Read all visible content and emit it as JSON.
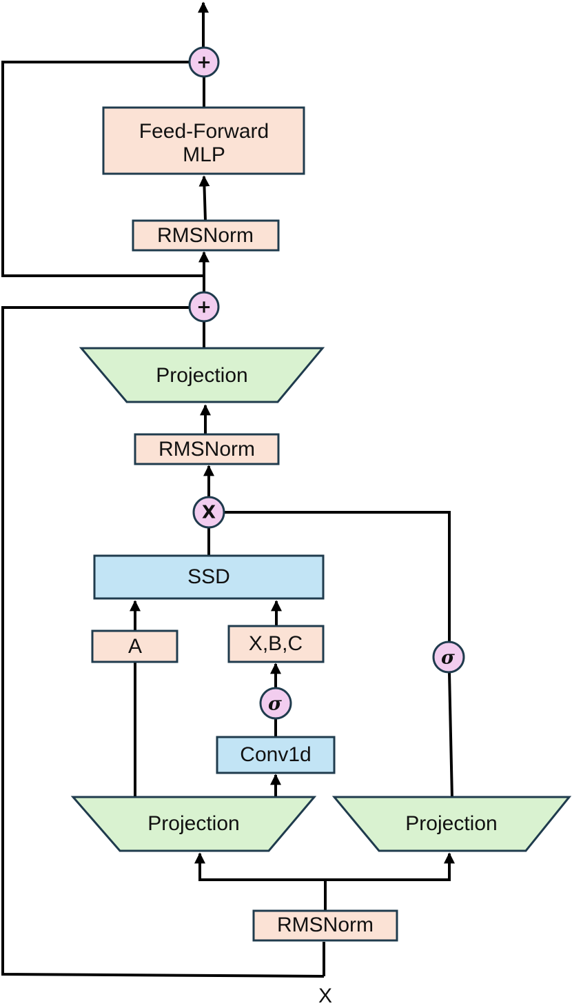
{
  "colors": {
    "norm_fill": "#fbe2d5",
    "norm_stroke": "#1f3b4d",
    "projection_fill": "#d9f2d0",
    "projection_stroke": "#1f3b4d",
    "ssd_fill": "#c2e4f5",
    "op_fill": "#f2cdef",
    "line": "#000000"
  },
  "mlp": {
    "label_line1": "Feed-Forward",
    "label_line2": "MLP"
  },
  "norm_top": "RMSNorm",
  "projection_out": "Projection",
  "norm_mid": "RMSNorm",
  "ssd": "SSD",
  "a_box": "A",
  "xbc_box": "X,B,C",
  "conv1d": "Conv1d",
  "projection_left": "Projection",
  "projection_right": "Projection",
  "norm_bottom": "RMSNorm",
  "input_label": "X",
  "ops": {
    "plus_symbol": "+",
    "multiply_symbol": "X",
    "sigma_symbol": "σ"
  }
}
